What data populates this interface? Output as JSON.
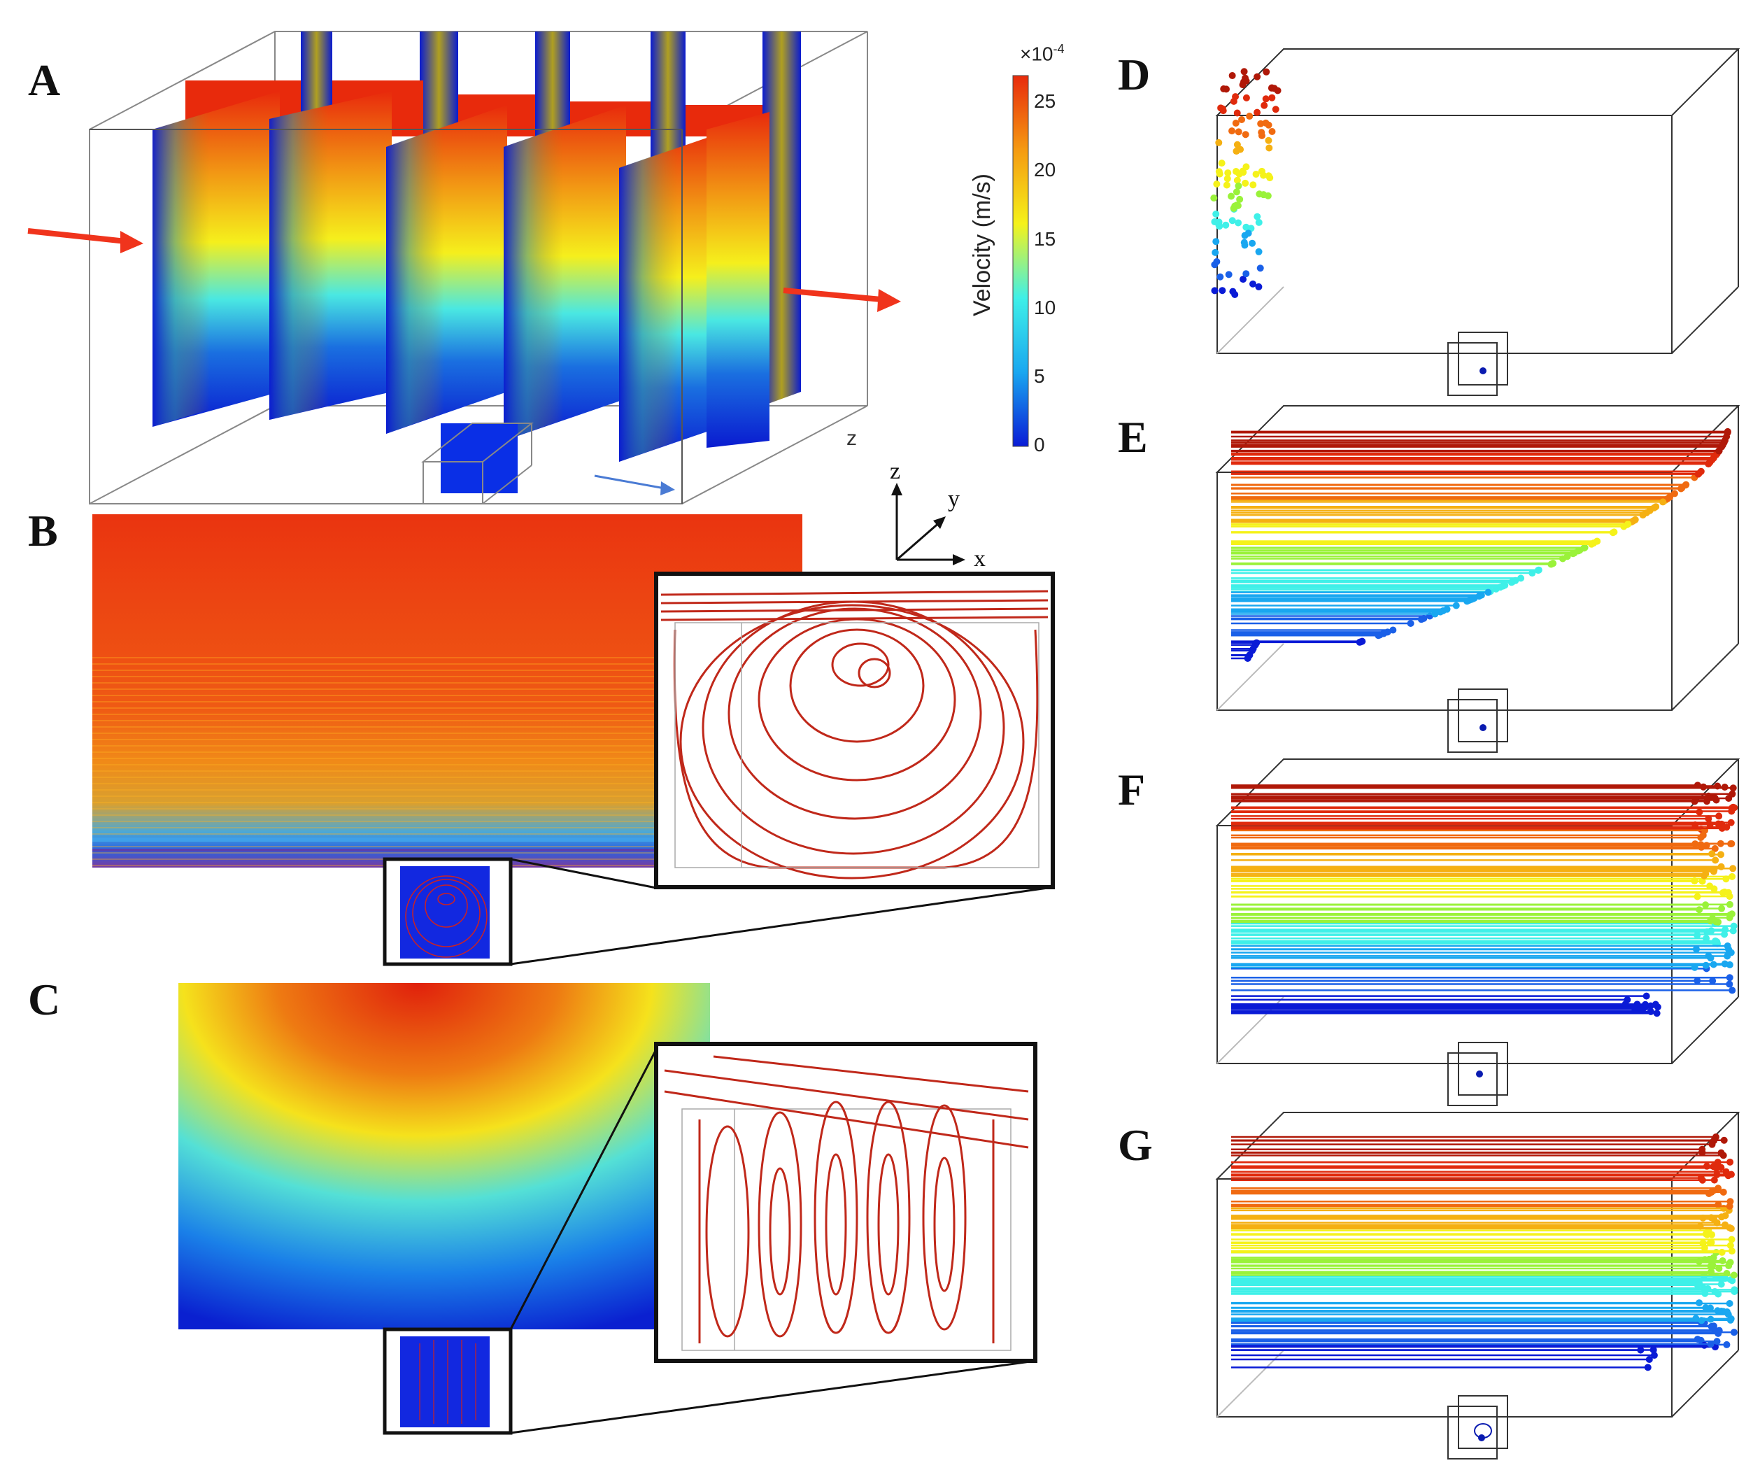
{
  "panels": {
    "A": "A",
    "B": "B",
    "C": "C",
    "D": "D",
    "E": "E",
    "F": "F",
    "G": "G"
  },
  "colorbar": {
    "title": "Velocity (m/s)",
    "multiplier": "×10",
    "exponent": "-4",
    "ticks": [
      "25",
      "20",
      "15",
      "10",
      "5",
      "0"
    ],
    "tick_values": [
      25,
      20,
      15,
      10,
      5,
      0
    ],
    "min": 0,
    "max": 27,
    "colors": [
      "#0a1bd6",
      "#19a7f0",
      "#3ff0e8",
      "#f5f21a",
      "#f59a12",
      "#e82a0c"
    ]
  },
  "axes": {
    "z": "z",
    "y": "y",
    "x": "x",
    "z_small": "z"
  },
  "arrow_color": "#f0341c"
}
